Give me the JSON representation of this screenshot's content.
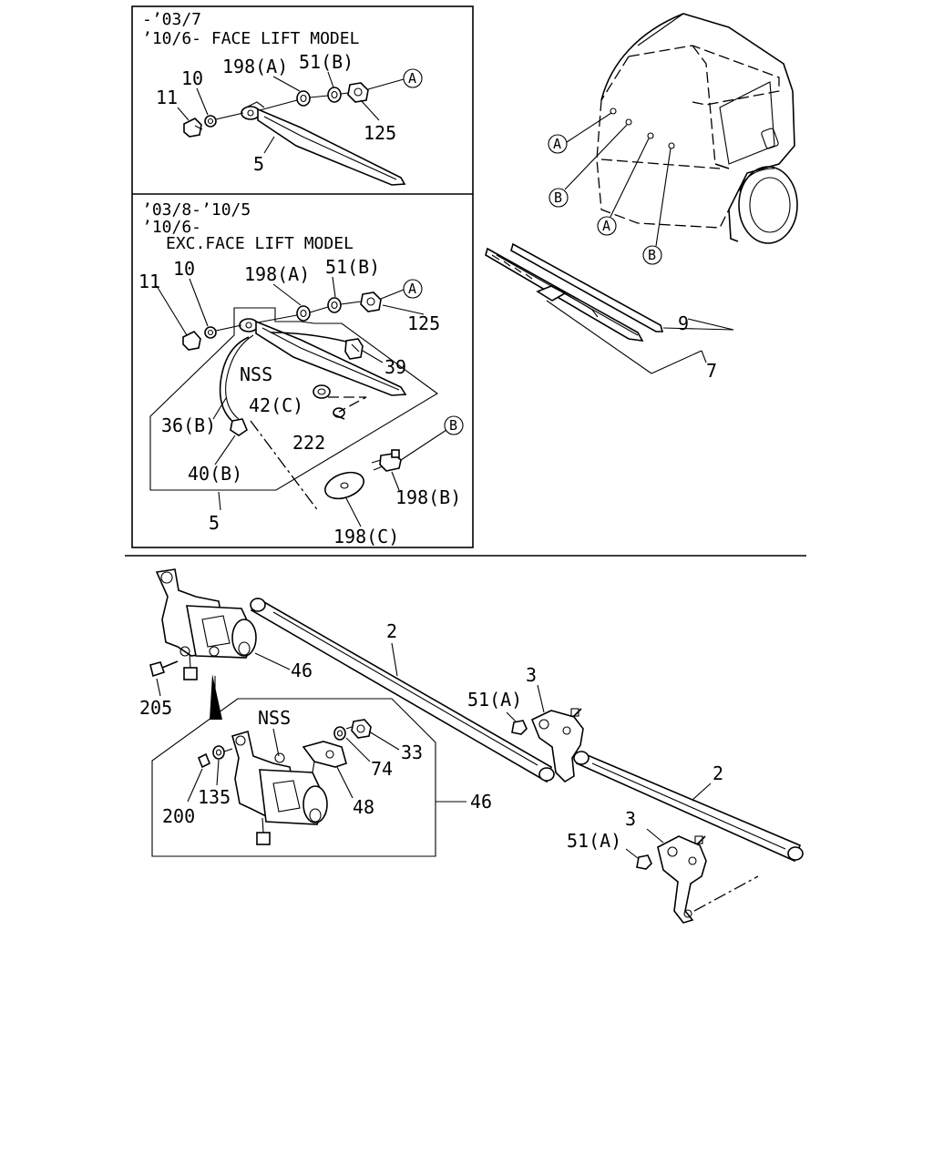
{
  "panel_top": {
    "header_line1": "-’03/7",
    "header_line2": "’10/6- FACE LIFT MODEL",
    "labels": {
      "p11": "11",
      "p10": "10",
      "p198a": "198(A)",
      "p51b": "51(B)",
      "refA": "A",
      "p125": "125",
      "p5": "5"
    }
  },
  "panel_mid": {
    "header_line1": "’03/8-’10/5",
    "header_line2": "’10/6-",
    "header_line3": "EXC.FACE LIFT MODEL",
    "labels": {
      "p11": "11",
      "p10": "10",
      "p198a": "198(A)",
      "p51b": "51(B)",
      "refA": "A",
      "p125": "125",
      "p39": "39",
      "nss": "NSS",
      "p42c": "42(C)",
      "p36b": "36(B)",
      "p222": "222",
      "refB": "B",
      "p40b": "40(B)",
      "p198b": "198(B)",
      "p5": "5",
      "p198c": "198(C)"
    }
  },
  "cab": {
    "callouts": [
      "A",
      "B",
      "A",
      "B"
    ]
  },
  "blade": {
    "p9": "9",
    "p7": "7"
  },
  "linkage": {
    "p2_left": "2",
    "p2_right": "2",
    "p46": "46",
    "p205": "205",
    "p3_mid": "3",
    "p51a_mid": "51(A)",
    "p3_right": "3",
    "p51a_right": "51(A)"
  },
  "motor_inset": {
    "nss": "NSS",
    "p33": "33",
    "p74": "74",
    "p135": "135",
    "p200": "200",
    "p48": "48",
    "p46": "46"
  }
}
